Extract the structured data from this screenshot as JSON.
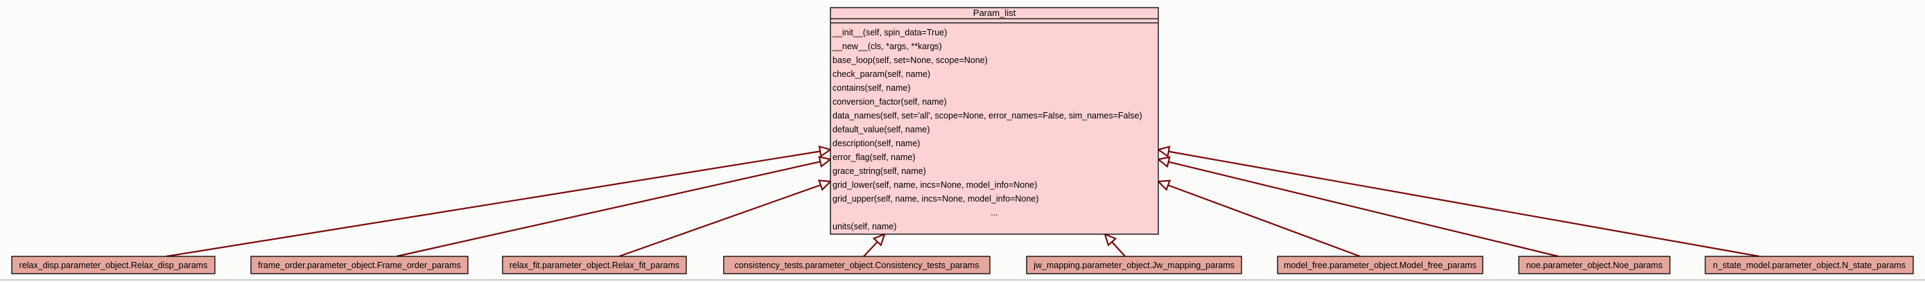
{
  "colors": {
    "background": "#fcfdfb",
    "base_fill": "#fdd2d4",
    "sub_fill": "#e5a79d",
    "border": "#000000",
    "edge": "#7a0a0a"
  },
  "base_class": {
    "name": "Param_list",
    "methods": [
      "__init__(self, spin_data=True)",
      "__new__(cls, *args, **kargs)",
      "base_loop(self, set=None, scope=None)",
      "check_param(self, name)",
      "contains(self, name)",
      "conversion_factor(self, name)",
      "data_names(self, set='all', scope=None, error_names=False, sim_names=False)",
      "default_value(self, name)",
      "description(self, name)",
      "error_flag(self, name)",
      "grace_string(self, name)",
      "grid_lower(self, name, incs=None, model_info=None)",
      "grid_upper(self, name, incs=None, model_info=None)"
    ],
    "ellipsis": "...",
    "last_method": "units(self, name)"
  },
  "subclasses": [
    "relax_disp.parameter_object.Relax_disp_params",
    "frame_order.parameter_object.Frame_order_params",
    "relax_fit.parameter_object.Relax_fit_params",
    "consistency_tests.parameter_object.Consistency_tests_params",
    "jw_mapping.parameter_object.Jw_mapping_params",
    "model_free.parameter_object.Model_free_params",
    "noe.parameter_object.Noe_params",
    "n_state_model.parameter_object.N_state_params"
  ]
}
